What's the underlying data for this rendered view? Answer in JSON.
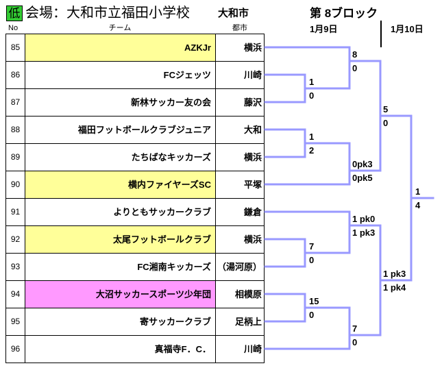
{
  "header": {
    "badge": "低",
    "venue": "会場：大和市立福田小学校",
    "host_city": "大和市",
    "block": "第 8ブロック",
    "day1": "1月9日",
    "day2": "1月10日"
  },
  "table": {
    "headers": {
      "no": "No",
      "team": "チーム",
      "city": "都市"
    },
    "rows": [
      {
        "no": "85",
        "team": "AZKJr",
        "city": "横浜",
        "highlight": "#ffff99"
      },
      {
        "no": "86",
        "team": "FCジェッツ",
        "city": "川崎",
        "highlight": null
      },
      {
        "no": "87",
        "team": "新林サッカー友の会",
        "city": "藤沢",
        "highlight": null
      },
      {
        "no": "88",
        "team": "福田フットボールクラブジュニア",
        "city": "大和",
        "highlight": null
      },
      {
        "no": "89",
        "team": "たちばなキッカーズ",
        "city": "横浜",
        "highlight": null
      },
      {
        "no": "90",
        "team": "横内ファイヤーズSC",
        "city": "平塚",
        "highlight": "#ffff99"
      },
      {
        "no": "91",
        "team": "よりともサッカークラブ",
        "city": "鎌倉",
        "highlight": null
      },
      {
        "no": "92",
        "team": "太尾フットボールクラブ",
        "city": "横浜",
        "highlight": "#ffff99"
      },
      {
        "no": "93",
        "team": "FC湘南キッカーズ",
        "city": "（湯河原）",
        "highlight": null
      },
      {
        "no": "94",
        "team": "大沼サッカースポーツ少年団",
        "city": "相模原",
        "highlight": "#ff99ff"
      },
      {
        "no": "95",
        "team": "寄サッカークラブ",
        "city": "足柄上",
        "highlight": null
      },
      {
        "no": "96",
        "team": "真福寺F．C．",
        "city": "川崎",
        "highlight": null
      }
    ]
  },
  "bracket": {
    "match_86_87": {
      "top": "1",
      "bottom": "0"
    },
    "match_85_vs_winner_86_87": {
      "top": "8",
      "bottom": "0"
    },
    "match_88_89": {
      "top": "1",
      "bottom": "2"
    },
    "match_winner_88_89_vs_90": {
      "top": "0pk3",
      "bottom": "0pk5"
    },
    "semifinal_top": {
      "top": "5",
      "bottom": "0"
    },
    "match_92_93": {
      "top": "7",
      "bottom": "0"
    },
    "match_91_vs_winner_92_93": {
      "top": "1 pk0",
      "bottom": "1 pk3"
    },
    "match_94_95": {
      "top": "15",
      "bottom": "0"
    },
    "match_winner_94_95_vs_96": {
      "top": "7",
      "bottom": "0"
    },
    "semifinal_bottom": {
      "top": "1 pk3",
      "bottom": "1 pk4"
    },
    "final": {
      "top": "1",
      "bottom": "4"
    }
  },
  "colors": {
    "badge_bg": "#33cc33",
    "bracket_line": "#9999ff"
  }
}
